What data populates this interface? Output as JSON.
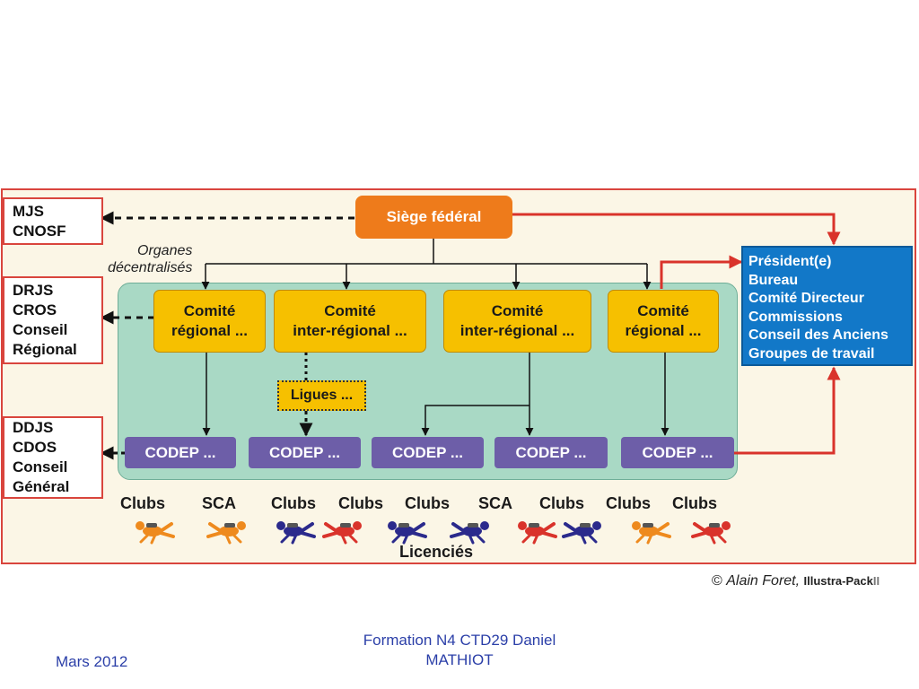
{
  "top_left": [
    "MJS",
    "CNOSF"
  ],
  "mid_left": [
    "DRJS",
    "CROS",
    "Conseil",
    "Régional"
  ],
  "bottom_left": [
    "DDJS",
    "CDOS",
    "Conseil",
    "Général"
  ],
  "siege": "Siège fédéral",
  "organes": [
    "Organes",
    "décentralisés"
  ],
  "comites": [
    {
      "line1": "Comité",
      "line2": "régional ..."
    },
    {
      "line1": "Comité",
      "line2": "inter-régional ..."
    },
    {
      "line1": "Comité",
      "line2": "inter-régional ..."
    },
    {
      "line1": "Comité",
      "line2": "régional ..."
    }
  ],
  "ligues": "Ligues ...",
  "codeps": [
    "CODEP ...",
    "CODEP ...",
    "CODEP ...",
    "CODEP ...",
    "CODEP ..."
  ],
  "president_lines": [
    "Président(e)",
    "Bureau",
    "Comité Directeur",
    "Commissions",
    "Conseil des Anciens",
    "Groupes de travail"
  ],
  "clubs": [
    "Clubs",
    "SCA",
    "Clubs",
    "Clubs",
    "Clubs",
    "SCA",
    "Clubs",
    "Clubs",
    "Clubs"
  ],
  "licencies": "Licenciés",
  "diver_colors": [
    "#ee8a1e",
    "#ee8a1e",
    "#2b2a8c",
    "#d9332b",
    "#2b2a8c",
    "#2b2a8c",
    "#d9332b",
    "#2b2a8c",
    "#ee8a1e",
    "#d9332b"
  ],
  "credit": {
    "symbol": "©",
    "author": "Alain Foret,",
    "brand": "Illustra-Pack",
    "suffix": "II"
  },
  "footer": {
    "date": "Mars 2012",
    "title_line1": "Formation N4 CTD29 Daniel",
    "title_line2": "MATHIOT"
  },
  "colors": {
    "frame": "#d9453d",
    "siege": "#ee7b1b",
    "comite": "#f6c000",
    "codep": "#6d5ea8",
    "president": "#1278c8",
    "inner": "#a9d9c5",
    "footer_text": "#2b3fa8"
  }
}
